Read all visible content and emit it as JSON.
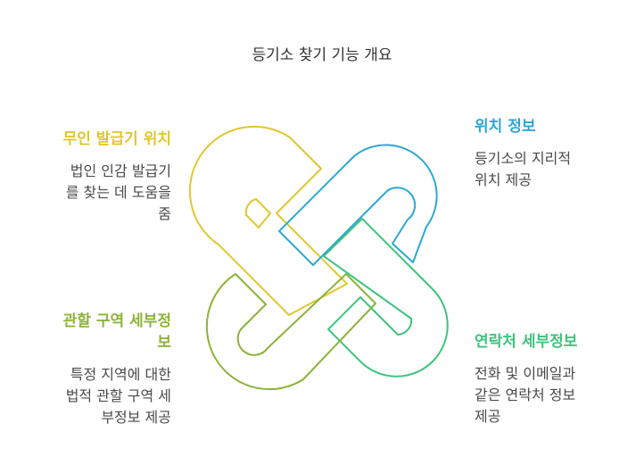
{
  "title": "등기소 찾기 기능 개요",
  "colors": {
    "yellow": "#E0C72E",
    "blue": "#2EA6D6",
    "green": "#3DC47E",
    "olive": "#8DB33A",
    "title_text": "#333333",
    "desc_text": "#4a4a4a"
  },
  "sections": {
    "top_left": {
      "heading": "무인 발급기 위치",
      "description_lines": [
        "법인 인감 발급기",
        "를 찾는 데 도움을",
        "줌"
      ]
    },
    "top_right": {
      "heading": "위치 정보",
      "description_lines": [
        "등기소의 지리적",
        "위치 제공"
      ]
    },
    "bottom_left": {
      "heading_lines": [
        "관할 구역 세부정",
        "보"
      ],
      "description_lines": [
        "특정 지역에 대한",
        "법적 관할 구역 세",
        "부정보 제공"
      ]
    },
    "bottom_right": {
      "heading": "연락처 세부정보",
      "description_lines": [
        "전화 및 이메일과",
        "같은 연락처 정보",
        "제공"
      ]
    }
  }
}
